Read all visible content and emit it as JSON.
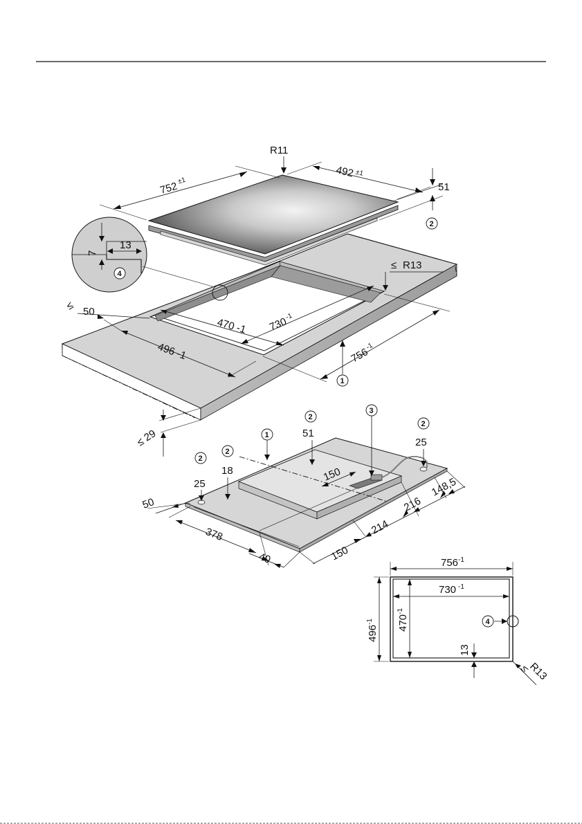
{
  "hob": {
    "radius": "R11",
    "width": "752",
    "width_tol": "±1",
    "depth": "492",
    "depth_tol": "±1",
    "height": "51",
    "height_marker": "2"
  },
  "detail": {
    "depth": "7",
    "width": "13",
    "marker": "4"
  },
  "worktop": {
    "corner_radius": "R13",
    "min_edge_distance": "50",
    "min_thickness": "29",
    "cutout_depth_inner": "470",
    "cutout_depth_inner_tol": "-1",
    "cutout_width_inner": "730",
    "cutout_width_inner_tol": "-1",
    "cutout_depth_outer": "496",
    "cutout_depth_outer_tol": "-1",
    "cutout_width_outer": "756",
    "cutout_width_outer_tol": "-1",
    "marker": "1"
  },
  "underside": {
    "markers": [
      "1",
      "2",
      "2",
      "2",
      "2",
      "3"
    ],
    "height_front": "18",
    "height_back": "51",
    "foot_height_left": "25",
    "foot_height_right": "25",
    "left_offset": "50",
    "dim_378": "378",
    "dim_40": "40",
    "dim_150_side": "150",
    "dim_214": "214",
    "dim_216": "216",
    "dim_148_5": "148,5",
    "dim_150_inner": "150"
  },
  "plan": {
    "width_outer": "756",
    "width_outer_tol": "-1",
    "width_inner": "730",
    "width_inner_tol": "-1",
    "depth_outer": "496",
    "depth_outer_tol": "-1",
    "depth_inner": "470",
    "depth_inner_tol": "-1",
    "frame_width": "13",
    "corner_radius": "R13",
    "radius_prefix": "≤",
    "marker": "4"
  }
}
